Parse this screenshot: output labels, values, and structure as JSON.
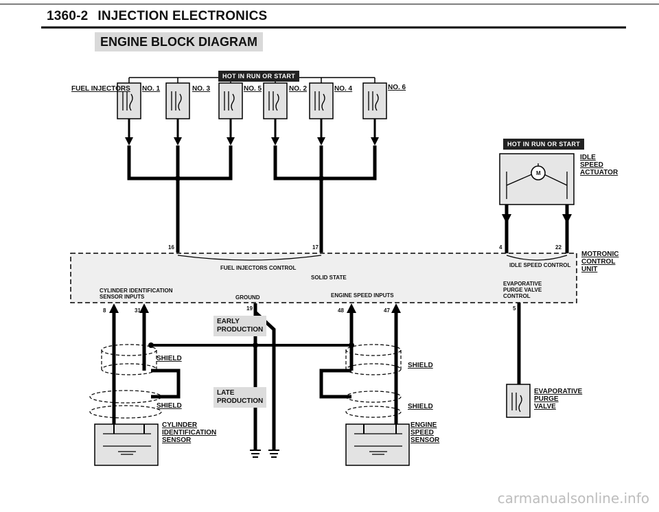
{
  "header": {
    "page_number": "1360-2",
    "title": "INJECTION ELECTRONICS",
    "subtitle": "ENGINE BLOCK DIAGRAM"
  },
  "tags": {
    "hot_top": "HOT IN RUN OR START",
    "hot_right": "HOT IN RUN OR START"
  },
  "injectors": {
    "group_label": "FUEL INJECTORS",
    "labels": [
      "NO. 1",
      "NO. 3",
      "NO. 5",
      "NO. 2",
      "NO. 4",
      "NO. 6"
    ]
  },
  "idle_actuator": {
    "line1": "IDLE",
    "line2": "SPEED",
    "line3": "ACTUATOR",
    "motor": "M"
  },
  "ecu": {
    "name1": "MOTRONIC",
    "name2": "CONTROL",
    "name3": "UNIT",
    "fuel_ctrl": "FUEL INJECTORS CONTROL",
    "idle_ctrl": "IDLE SPEED CONTROL",
    "solid_state": "SOLID STATE",
    "cyl_inputs1": "CYLINDER IDENTIFICATION",
    "cyl_inputs2": "SENSOR INPUTS",
    "ground": "GROUND",
    "speed_inputs": "ENGINE SPEED INPUTS",
    "evap1": "EVAPORATIVE",
    "evap2": "PURGE VALVE",
    "evap3": "CONTROL"
  },
  "pins": {
    "p16": "16",
    "p17": "17",
    "p4": "4",
    "p22": "22",
    "p8": "8",
    "p31": "31",
    "p19": "19",
    "p48": "48",
    "p47": "47",
    "p5": "5"
  },
  "notes": {
    "early1": "EARLY",
    "early2": "PRODUCTION",
    "late1": "LATE",
    "late2": "PRODUCTION"
  },
  "shields": {
    "s1": "SHIELD",
    "s2": "SHIELD",
    "s3": "SHIELD",
    "s4": "SHIELD"
  },
  "sensors": {
    "cyl1": "CYLINDER",
    "cyl2": "IDENTIFICATION",
    "cyl3": "SENSOR",
    "eng1": "ENGINE",
    "eng2": "SPEED",
    "eng3": "SENSOR"
  },
  "evap_valve": {
    "line1": "EVAPORATIVE",
    "line2": "PURGE",
    "line3": "VALVE"
  },
  "watermark": "carmanualsonline.info"
}
